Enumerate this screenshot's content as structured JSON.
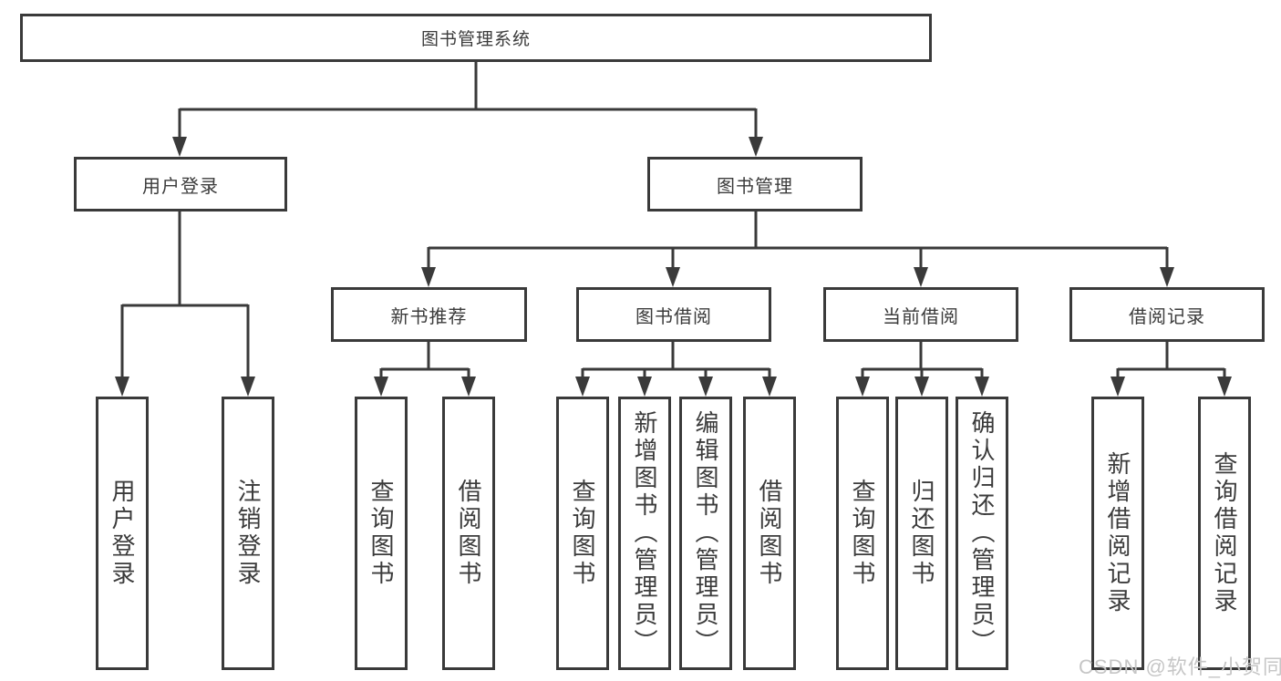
{
  "watermark": "CSDN @软件_小贺同学",
  "tree": {
    "root": "图书管理系统",
    "login_branch": {
      "label": "用户登录",
      "children": [
        "用户登录",
        "注销登录"
      ]
    },
    "management_branch": {
      "label": "图书管理",
      "sections": [
        {
          "label": "新书推荐",
          "children": [
            "查询图书",
            "借阅图书"
          ]
        },
        {
          "label": "图书借阅",
          "children": [
            "查询图书",
            "新增图书（管理员）",
            "编辑图书（管理员）",
            "借阅图书"
          ]
        },
        {
          "label": "当前借阅",
          "children": [
            "查询图书",
            "归还图书",
            "确认归还（管理员）"
          ]
        },
        {
          "label": "借阅记录",
          "children": [
            "新增借阅记录",
            "查询借阅记录"
          ]
        }
      ]
    }
  }
}
